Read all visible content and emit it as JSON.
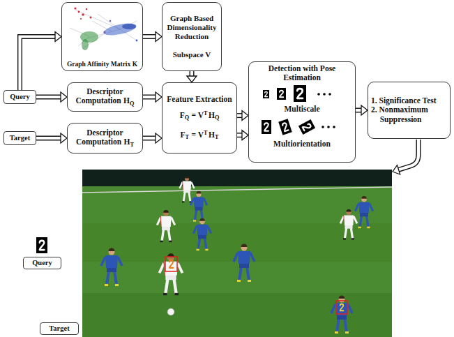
{
  "diagram": {
    "nodes": [
      {
        "text": [
          "Graph Affinity Matrix K"
        ]
      },
      {
        "text": [
          "Graph Based Dimensionality Reduction",
          "Subspace V"
        ]
      },
      {
        "text": [
          "Query"
        ]
      },
      {
        "text": [
          "Descriptor Computation",
          "H",
          "Q"
        ]
      },
      {
        "text": [
          "Target"
        ]
      },
      {
        "text": [
          "Descriptor Computation",
          "H",
          "T"
        ]
      },
      {
        "text": [
          "Feature Extraction",
          "F",
          "Q",
          "= V",
          "T",
          "H",
          "Q",
          "F",
          "T",
          "= V",
          "T",
          "H",
          "T"
        ]
      },
      {
        "text": [
          "Detection with Pose Estimation",
          "Multiscale",
          "Multiorientation"
        ]
      },
      {
        "text": [
          "1. Significance Test",
          "2. Nonmaximum Suppression"
        ]
      },
      {
        "text": [
          "Query"
        ]
      },
      {
        "text": [
          "Target"
        ]
      }
    ],
    "edges": [
      {
        "from": 2,
        "to": 0,
        "arrow": "to"
      },
      {
        "from": 0,
        "to": 1,
        "arrow": "to"
      },
      {
        "from": 1,
        "to": 6,
        "arrow": "to"
      },
      {
        "from": 2,
        "to": 3,
        "arrow": "to"
      },
      {
        "from": 4,
        "to": 5,
        "arrow": "to"
      },
      {
        "from": 3,
        "to": 6,
        "arrow": "to"
      },
      {
        "from": 5,
        "to": 6,
        "arrow": "to"
      },
      {
        "from": 6,
        "to": 7,
        "arrow": "to"
      },
      {
        "from": 6,
        "to": 7,
        "arrow": "to"
      },
      {
        "from": 7,
        "to": 8,
        "arrow": "to"
      }
    ]
  }
}
